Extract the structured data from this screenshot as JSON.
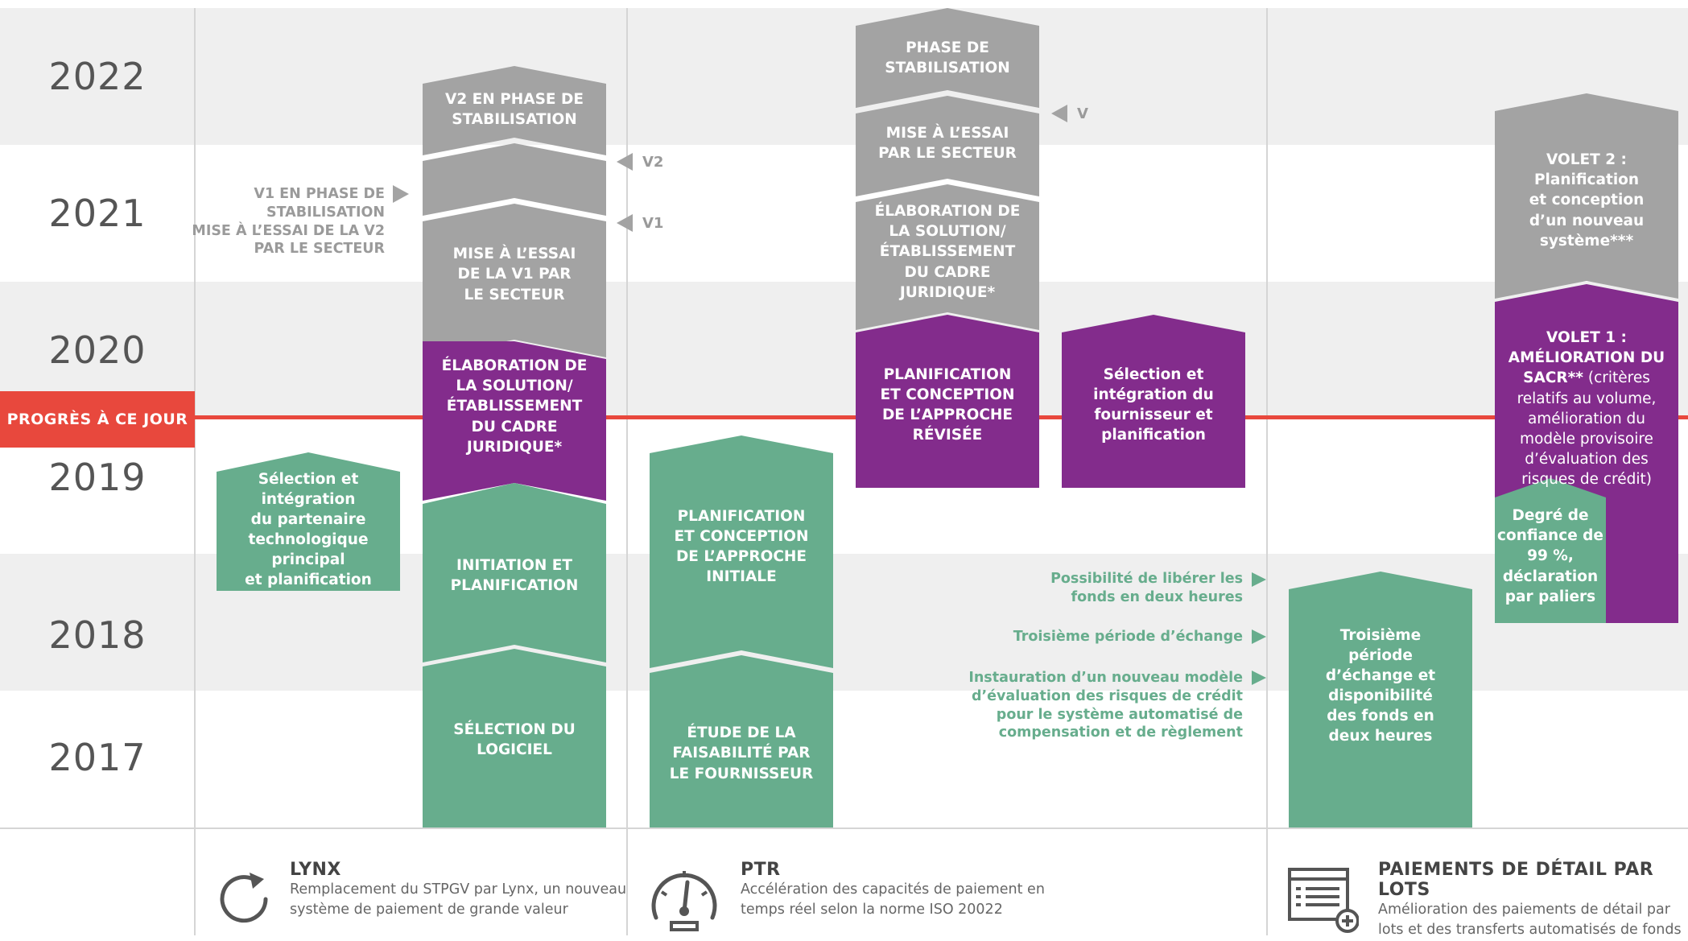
{
  "years": [
    "2022",
    "2021",
    "2020",
    "2019",
    "2018",
    "2017"
  ],
  "progress_label": "PROGRÈS À CE JOUR",
  "colors": {
    "green": "#67ad8d",
    "purple": "#832c8c",
    "gray": "#a3a3a3",
    "red": "#e8483d"
  },
  "lynx": {
    "shapes": [
      "V2 EN PHASE DE\nSTABILISATION",
      "MISE À L’ESSAI\nDE LA V1 PAR\nLE SECTEUR",
      "ÉLABORATION DE\nLA SOLUTION/\nÉTABLISSEMENT\nDU CADRE\nJURIDIQUE*",
      "INITIATION ET\nPLANIFICATION",
      "SÉLECTION DU\nLOGICIEL",
      "Sélection et intégration\ndu partenaire\ntechnologique principal\net planification"
    ],
    "annotation": "V1 EN PHASE DE\nSTABILISATION\nMISE À L’ESSAI DE LA V2\nPAR LE SECTEUR",
    "markers": [
      "V2",
      "V1"
    ]
  },
  "ptr": {
    "shapes": [
      "PHASE DE\nSTABILISATION",
      "MISE À L’ESSAI\nPAR LE SECTEUR",
      "ÉLABORATION DE\nLA SOLUTION/\nÉTABLISSEMENT\nDU CADRE\nJURIDIQUE*",
      "PLANIFICATION\nET CONCEPTION\nDE L’APPROCHE\nRÉVISÉE",
      "Sélection et\nintégration du\nfournisseur et\nplanification",
      "PLANIFICATION\nET CONCEPTION\nDE L’APPROCHE\nINITIALE",
      "ÉTUDE DE LA\nFAISABILITÉ PAR\nLE FOURNISSEUR"
    ],
    "marker": "V"
  },
  "rpl": {
    "annotations": [
      "Possibilité de libérer les\nfonds en deux heures",
      "Troisième période d’échange",
      "Instauration d’un nouveau modèle\nd’évaluation des risques de crédit\npour le système automatisé de\ncompensation et de règlement"
    ],
    "shapes": [
      "VOLET 2 :\nPlanification\net conception\nd’un nouveau\nsystème***",
      "Degré de\nconfiance de\n99 %,\ndéclaration\npar paliers",
      "Troisième\npériode\nd’échange et\ndisponibilité\ndes fonds en\ndeux heures"
    ],
    "volet1_title": "VOLET 1 :\nAMÉLIORATION DU\nSACR**",
    "volet1_rest": " (critères\nrelatifs au volume,\namélioration du\nmodèle provisoire\nd’évaluation des\nrisques de crédit)"
  },
  "legend": [
    {
      "title": "LYNX",
      "desc": "Remplacement du STPGV par Lynx, un nouveau\nsystème de paiement de grande valeur",
      "icon": "refresh-icon"
    },
    {
      "title": "PTR",
      "desc": "Accélération des capacités de paiement en\ntemps réel selon la norme ISO 20022",
      "icon": "speedometer-icon"
    },
    {
      "title": "PAIEMENTS DE DÉTAIL PAR LOTS",
      "desc": "Amélioration des paiements de détail par\nlots et des transferts automatisés de fonds",
      "icon": "batch-document-icon"
    }
  ]
}
